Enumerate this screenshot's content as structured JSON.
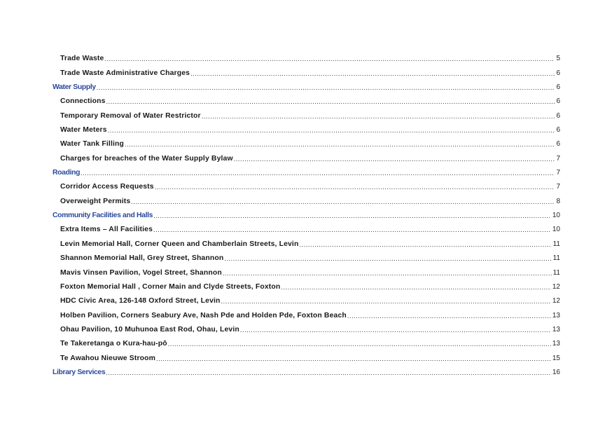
{
  "toc": {
    "entries": [
      {
        "title": "Trade Waste",
        "page": "5",
        "level": "sub"
      },
      {
        "title": "Trade Waste Administrative Charges",
        "page": "6",
        "level": "sub"
      },
      {
        "title": "Water Supply",
        "page": "6",
        "level": "head"
      },
      {
        "title": "Connections",
        "page": "6",
        "level": "sub"
      },
      {
        "title": "Temporary Removal of Water Restrictor",
        "page": "6",
        "level": "sub"
      },
      {
        "title": "Water Meters",
        "page": "6",
        "level": "sub"
      },
      {
        "title": "Water Tank Filling",
        "page": "6",
        "level": "sub"
      },
      {
        "title": "Charges for breaches of the Water Supply Bylaw",
        "page": "7",
        "level": "sub"
      },
      {
        "title": "Roading",
        "page": "7",
        "level": "head"
      },
      {
        "title": "Corridor Access Requests",
        "page": "7",
        "level": "sub"
      },
      {
        "title": "Overweight Permits",
        "page": "8",
        "level": "sub"
      },
      {
        "title": "Community Facilities and Halls",
        "page": "10",
        "level": "head"
      },
      {
        "title": "Extra Items – All Facilities",
        "page": "10",
        "level": "sub"
      },
      {
        "title": "Levin Memorial Hall, Corner Queen and Chamberlain Streets, Levin",
        "page": "11",
        "level": "sub"
      },
      {
        "title": "Shannon Memorial Hall, Grey Street, Shannon",
        "page": "11",
        "level": "sub"
      },
      {
        "title": "Mavis Vinsen Pavilion, Vogel Street, Shannon",
        "page": "11",
        "level": "sub"
      },
      {
        "title": "Foxton Memorial Hall , Corner Main and Clyde Streets, Foxton",
        "page": "12",
        "level": "sub"
      },
      {
        "title": "HDC Civic Area, 126-148 Oxford Street, Levin",
        "page": "12",
        "level": "sub"
      },
      {
        "title": "Holben Pavilion, Corners Seabury Ave, Nash Pde and Holden Pde, Foxton Beach",
        "page": "13",
        "level": "sub"
      },
      {
        "title": "Ohau Pavilion, 10 Muhunoa East Rod, Ohau, Levin",
        "page": "13",
        "level": "sub"
      },
      {
        "title": "Te Takeretanga o Kura-hau-pō",
        "page": "13",
        "level": "sub"
      },
      {
        "title": "Te Awahou Nieuwe Stroom",
        "page": "15",
        "level": "sub"
      },
      {
        "title": "Library Services",
        "page": "16",
        "level": "head"
      }
    ]
  }
}
